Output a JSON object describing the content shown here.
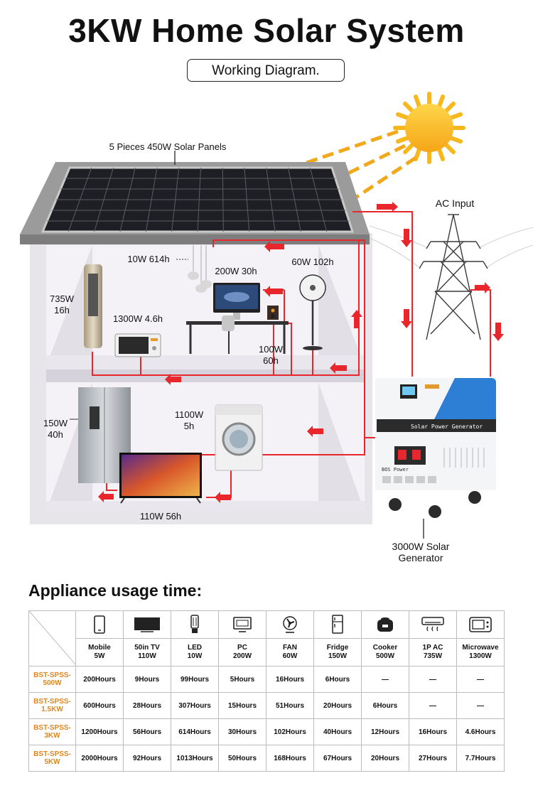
{
  "header": {
    "title": "3KW Home Solar System",
    "subtitle": "Working Diagram."
  },
  "diagram": {
    "solar_panels_label": "5 Pieces 450W Solar Panels",
    "ac_input_label": "AC Input",
    "generator_label_line1": "3000W Solar",
    "generator_label_line2": "Generator",
    "generator_panel_text": "Solar Power Generator",
    "generator_model_text": "BOS Power",
    "appliances": {
      "led": "10W 614h",
      "pc": "200W 30h",
      "fan": "60W 102h",
      "ac_line1": "735W",
      "ac_line2": "16h",
      "microwave": "1300W 4.6h",
      "speaker_line1": "100W",
      "speaker_line2": "60h",
      "fridge_line1": "150W",
      "fridge_line2": "40h",
      "washer_line1": "1100W",
      "washer_line2": "5h",
      "tv": "110W 56h"
    },
    "colors": {
      "wire": "#e8262b",
      "roof": "#8f8f8f",
      "house": "#d9d6df",
      "sun": "#f7b81e",
      "generator_blue": "#2d7fd6"
    }
  },
  "usage": {
    "title": "Appliance usage time:",
    "columns": [
      {
        "icon": "mobile-icon",
        "name": "Mobile",
        "watt": "5W"
      },
      {
        "icon": "tv-icon",
        "name": "50in TV",
        "watt": "110W"
      },
      {
        "icon": "led-bulb-icon",
        "name": "LED",
        "watt": "10W"
      },
      {
        "icon": "pc-icon",
        "name": "PC",
        "watt": "200W"
      },
      {
        "icon": "fan-icon",
        "name": "FAN",
        "watt": "60W"
      },
      {
        "icon": "fridge-icon",
        "name": "Fridge",
        "watt": "150W"
      },
      {
        "icon": "cooker-icon",
        "name": "Cooker",
        "watt": "500W"
      },
      {
        "icon": "air-conditioner-icon",
        "name": "1P AC",
        "watt": "735W"
      },
      {
        "icon": "microwave-icon",
        "name": "Microwave",
        "watt": "1300W"
      }
    ],
    "rows": [
      {
        "model_line1": "BST-SPSS-",
        "model_line2": "500W",
        "values": [
          "200Hours",
          "9Hours",
          "99Hours",
          "5Hours",
          "16Hours",
          "6Hours",
          "—",
          "—",
          "—"
        ]
      },
      {
        "model_line1": "BST-SPSS-",
        "model_line2": "1.5KW",
        "values": [
          "600Hours",
          "28Hours",
          "307Hours",
          "15Hours",
          "51Hours",
          "20Hours",
          "6Hours",
          "—",
          "—"
        ]
      },
      {
        "model_line1": "BST-SPSS-",
        "model_line2": "3KW",
        "values": [
          "1200Hours",
          "56Hours",
          "614Hours",
          "30Hours",
          "102Hours",
          "40Hours",
          "12Hours",
          "16Hours",
          "4.6Hours"
        ]
      },
      {
        "model_line1": "BST-SPSS-",
        "model_line2": "5KW",
        "values": [
          "2000Hours",
          "92Hours",
          "1013Hours",
          "50Hours",
          "168Hours",
          "67Hours",
          "20Hours",
          "27Hours",
          "7.7Hours"
        ]
      }
    ],
    "colors": {
      "row_header": "#e0861c",
      "border": "#bdbdbd"
    }
  }
}
